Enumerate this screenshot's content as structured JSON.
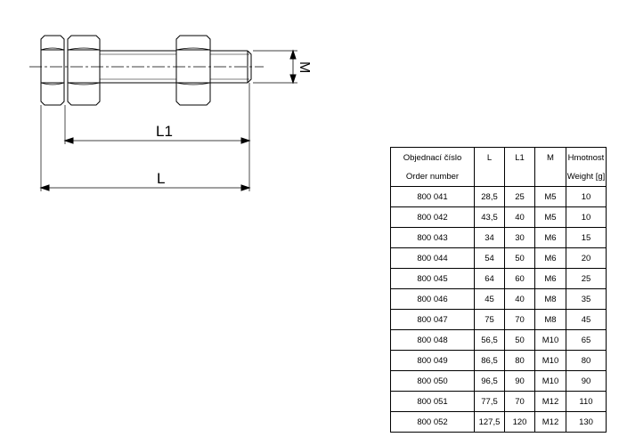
{
  "drawing": {
    "dimension_labels": {
      "L1": "L1",
      "L": "L",
      "M": "M"
    },
    "line_color": "#000000"
  },
  "table": {
    "header_cz": [
      "Objednací číslo",
      "L",
      "L1",
      "M",
      "Hmotnost"
    ],
    "header_en": [
      "Order number",
      "",
      "",
      "",
      "Weight [g]"
    ],
    "rows": [
      [
        "800 041",
        "28,5",
        "25",
        "M5",
        "10"
      ],
      [
        "800 042",
        "43,5",
        "40",
        "M5",
        "10"
      ],
      [
        "800 043",
        "34",
        "30",
        "M6",
        "15"
      ],
      [
        "800 044",
        "54",
        "50",
        "M6",
        "20"
      ],
      [
        "800 045",
        "64",
        "60",
        "M6",
        "25"
      ],
      [
        "800 046",
        "45",
        "40",
        "M8",
        "35"
      ],
      [
        "800 047",
        "75",
        "70",
        "M8",
        "45"
      ],
      [
        "800 048",
        "56,5",
        "50",
        "M10",
        "65"
      ],
      [
        "800 049",
        "86,5",
        "80",
        "M10",
        "80"
      ],
      [
        "800 050",
        "96,5",
        "90",
        "M10",
        "90"
      ],
      [
        "800 051",
        "77,5",
        "70",
        "M12",
        "110"
      ],
      [
        "800 052",
        "127,5",
        "120",
        "M12",
        "130"
      ]
    ]
  }
}
